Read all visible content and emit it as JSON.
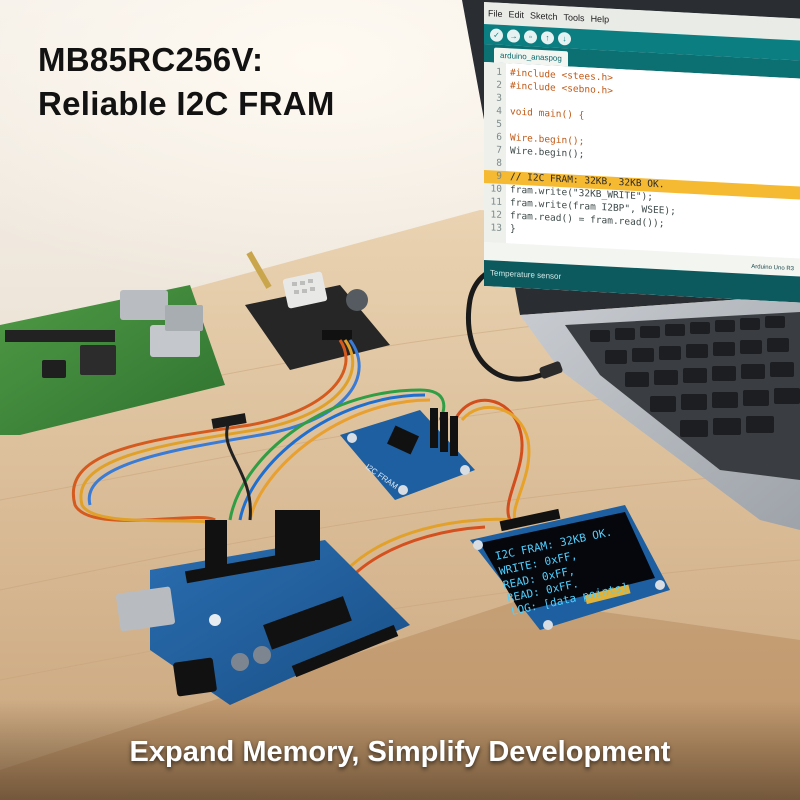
{
  "headline": {
    "line1": "MB85RC256V:",
    "line2": "Reliable I2C FRAM"
  },
  "tagline": "Expand Memory, Simplify Development",
  "ide": {
    "menu": [
      "File",
      "Edit",
      "Sketch",
      "Tools",
      "Help"
    ],
    "tab_label": "arduino_anaspog",
    "code_lines": [
      {
        "num": "1",
        "text": "#include <stees.h>"
      },
      {
        "num": "2",
        "text": "#include <sebno.h>"
      },
      {
        "num": "3",
        "text": ""
      },
      {
        "num": "4",
        "text": "void main() {"
      },
      {
        "num": "5",
        "text": ""
      },
      {
        "num": "6",
        "text": "Wire.begin();"
      },
      {
        "num": "7",
        "text": "Wire.begin();"
      },
      {
        "num": "8",
        "text": ""
      },
      {
        "num": "9",
        "text": "// I2C FRAM: 32KB, 32KB OK."
      },
      {
        "num": "10",
        "text": "fram.write(\"32KB_WRITE\");"
      },
      {
        "num": "11",
        "text": "fram.write(fram I2BP\", WSEE);"
      },
      {
        "num": "12",
        "text": "fram.read() = fram.read());"
      },
      {
        "num": "13",
        "text": "}"
      }
    ],
    "status_message": "Temperature sensor",
    "board_label": "Arduino Uno R3"
  },
  "oled": {
    "lines": [
      "I2C FRAM: 32KB OK.",
      "WRITE: 0xFF,",
      "READ: 0xFF,",
      "READ: 0xFF.",
      "LOG: [data points]"
    ]
  },
  "fram_board_label": "I2C FRAM",
  "colors": {
    "ide_teal": "#0b7e82",
    "code_highlight": "#f5b932",
    "board_blue": "#1d5fa0",
    "pcb_green": "#3f8a3a",
    "oled_text": "#4fd0ff",
    "desk_wood": "#dcc3a0"
  }
}
